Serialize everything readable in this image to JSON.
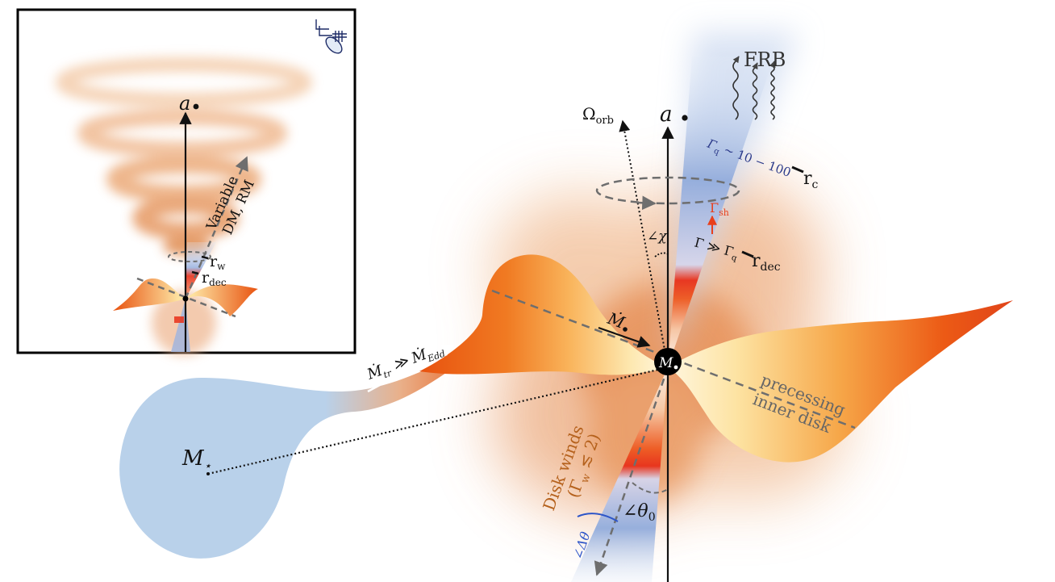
{
  "inset": {
    "spin_axis": "a",
    "variable_text_1": "Variable",
    "variable_text_2": "DM, RM",
    "r_w": "r",
    "r_w_sub": "w",
    "r_dec": "r",
    "r_dec_sub": "dec"
  },
  "main": {
    "frb": "FRB",
    "spin_axis": "a",
    "omega": "Ω",
    "omega_sub": "orb",
    "gamma_q_range": "Γ",
    "gamma_q_sub": "q",
    "gamma_q_value": " ∼ 10 − 100",
    "r_c": "r",
    "r_c_sub": "c",
    "gamma_sh": "Γ",
    "gamma_sh_sub": "sh",
    "gamma_cond_1": "Γ ≫ Γ",
    "gamma_cond_sub": "q",
    "r_dec": "r",
    "r_dec_sub": "dec",
    "chi": "∠χ",
    "mdot_bh": "Ṁ",
    "bh_label": "M",
    "mdot_tr": "Ṁ",
    "mdot_tr_sub": "tr",
    "mdot_rel": " ≫ Ṁ",
    "mdot_edd_sub": "Edd",
    "star_label": "M",
    "star_sub": "⋆",
    "precessing_1": "precessing",
    "precessing_2": "inner disk",
    "disk_winds_1": "Disk winds",
    "disk_winds_2": "(Γ",
    "disk_winds_sub": "w",
    "disk_winds_3": " ≲ 2)",
    "theta0": "∠θ",
    "theta0_sub": "0",
    "dtheta": "∠Δθ"
  },
  "colors": {
    "star_blue": "#b9d1ea",
    "disk_orange": "#ee6a1c",
    "disk_light": "#fde8a8",
    "jet_blue": "#7f9fd6",
    "jet_red": "#e8401c",
    "outflow_orange": "#e9975c",
    "dashed_grey": "#6e6e6e",
    "frb_text": "#333333",
    "gamma_blue": "#2b3a8a",
    "gamma_red": "#e8401c",
    "winds_text": "#b5611c",
    "dtheta_blue": "#2d55c8"
  }
}
